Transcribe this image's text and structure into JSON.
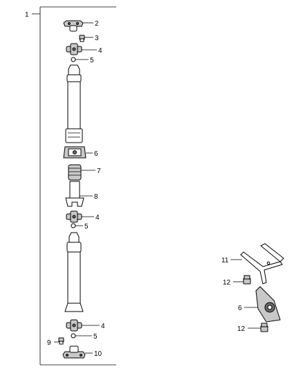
{
  "callouts": {
    "c1": "1",
    "c2": "2",
    "c3": "3",
    "c4a": "4",
    "c5a": "5",
    "c6a": "6",
    "c7": "7",
    "c8": "8",
    "c4b": "4",
    "c5b": "5",
    "c4c": "4",
    "c5c": "5",
    "c9": "9",
    "c10": "10",
    "c11": "11",
    "c12a": "12",
    "c6b": "6",
    "c12b": "12"
  }
}
